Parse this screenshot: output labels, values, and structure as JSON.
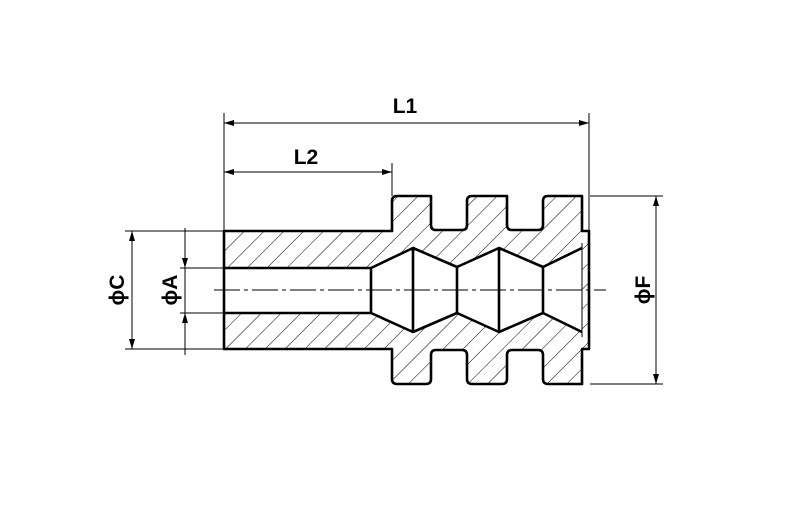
{
  "drawing": {
    "dimensions": {
      "l1": "L1",
      "l2": "L2",
      "c": "C",
      "a": "A",
      "f": "F"
    },
    "diameter_symbol": "ϕ"
  }
}
